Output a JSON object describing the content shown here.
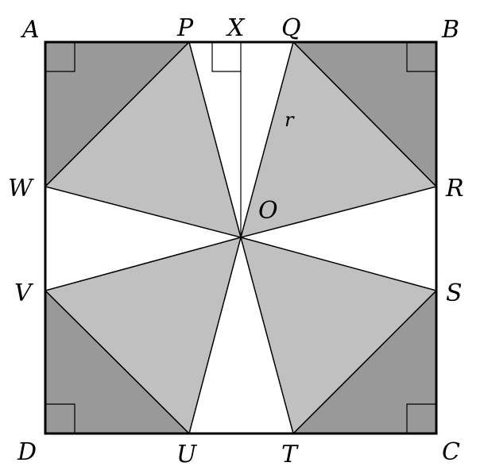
{
  "points": {
    "A": "A",
    "B": "B",
    "C": "C",
    "D": "D",
    "P": "P",
    "X": "X",
    "Q": "Q",
    "W": "W",
    "R": "R",
    "V": "V",
    "S": "S",
    "U": "U",
    "T": "T",
    "O": "O"
  },
  "segment_label": "r",
  "colors": {
    "corner_fill": "#999999",
    "kite_fill": "#c0c0c0",
    "stroke": "#000000"
  }
}
